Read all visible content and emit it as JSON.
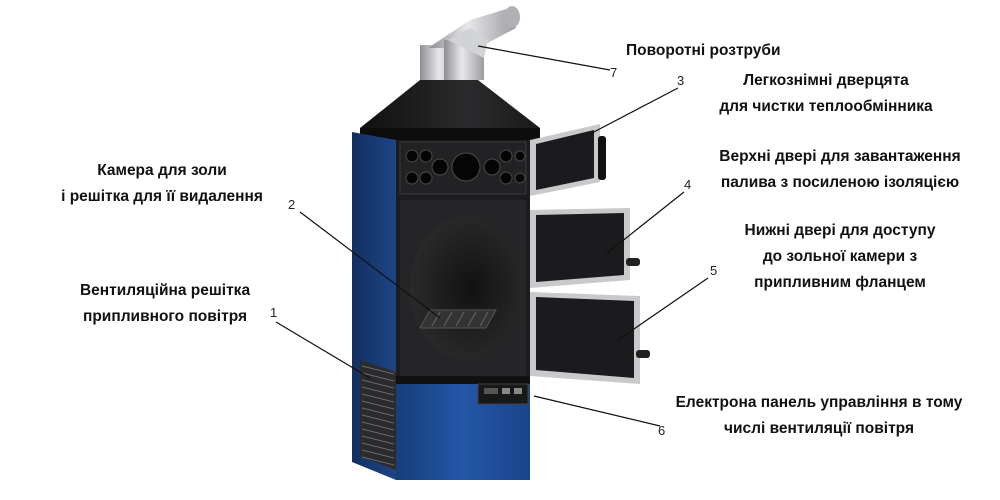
{
  "captions": {
    "swivel_sockets": [
      "Поворотні розтруби"
    ],
    "heat_exchanger_doors": [
      "Легкознімні дверцята",
      "для чистки теплообмінника"
    ],
    "ash_chamber": [
      "Камера для золи",
      "і решітка для її видалення"
    ],
    "upper_door": [
      "Верхні двері для завантаження",
      "палива з посиленою ізоляцією"
    ],
    "lower_door": [
      "Нижні двері для доступу",
      "до зольної камери з",
      "припливним фланцем"
    ],
    "vent_grille": [
      "Вентиляційна решітка",
      "припливного повітря"
    ],
    "control_panel": [
      "Електрона панель управління в тому",
      "числі вентиляції повітря"
    ]
  },
  "callouts": [
    "1",
    "2",
    "3",
    "4",
    "5",
    "6",
    "7"
  ],
  "colors": {
    "body_blue": "#1f4f9a",
    "panel_black": "#1b1b1d",
    "steel": "#c9c9cb"
  }
}
